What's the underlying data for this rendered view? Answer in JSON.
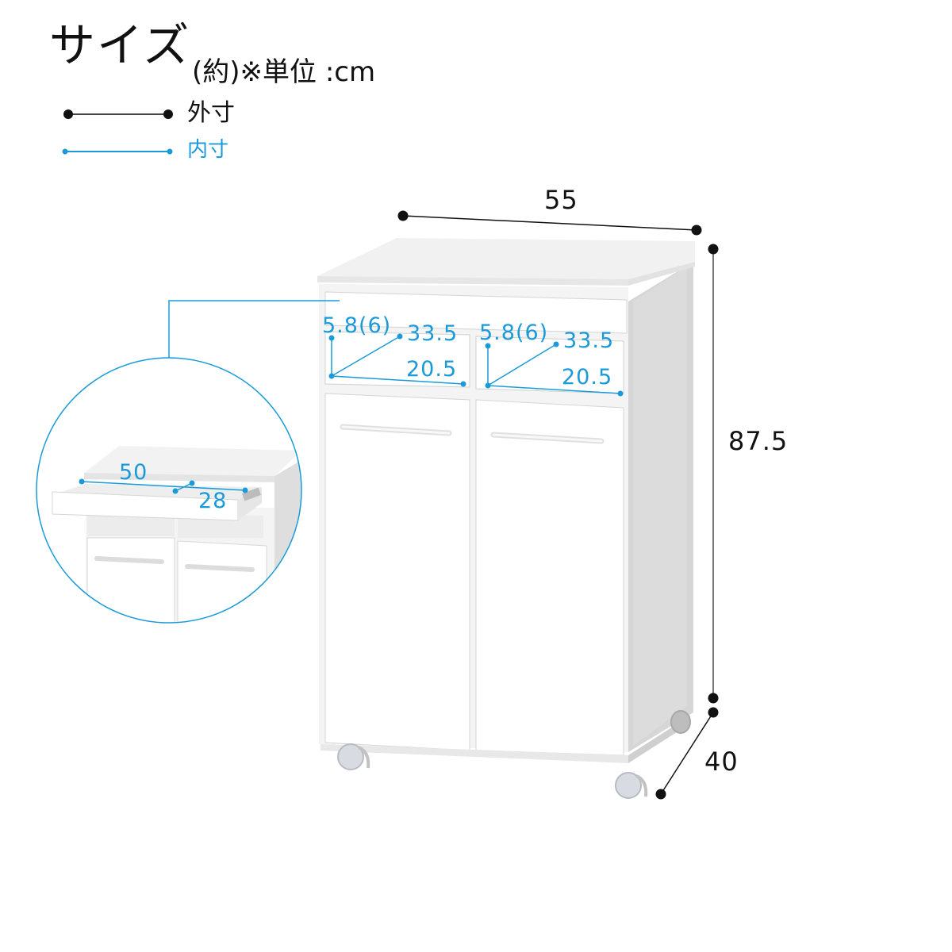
{
  "header": {
    "title": "サイズ",
    "subtitle": "(約)※単位 :cm"
  },
  "legend": {
    "outer": {
      "label": "外寸",
      "color": "#111111"
    },
    "inner": {
      "label": "内寸",
      "color": "#1a9ad9"
    }
  },
  "colors": {
    "outer_dimension": "#111111",
    "inner_dimension": "#1a9ad9",
    "cabinet_white": "#ffffff",
    "cabinet_side": "#d9d9d9"
  },
  "outer_dimensions": {
    "width": "55",
    "height": "87.5",
    "depth": "40"
  },
  "inner_dimensions": {
    "left_drawer": {
      "height": "5.8(6)",
      "depth": "33.5",
      "width": "20.5"
    },
    "right_drawer": {
      "height": "5.8(6)",
      "depth": "33.5",
      "width": "20.5"
    },
    "slide_tray": {
      "width": "50",
      "depth": "28"
    }
  }
}
